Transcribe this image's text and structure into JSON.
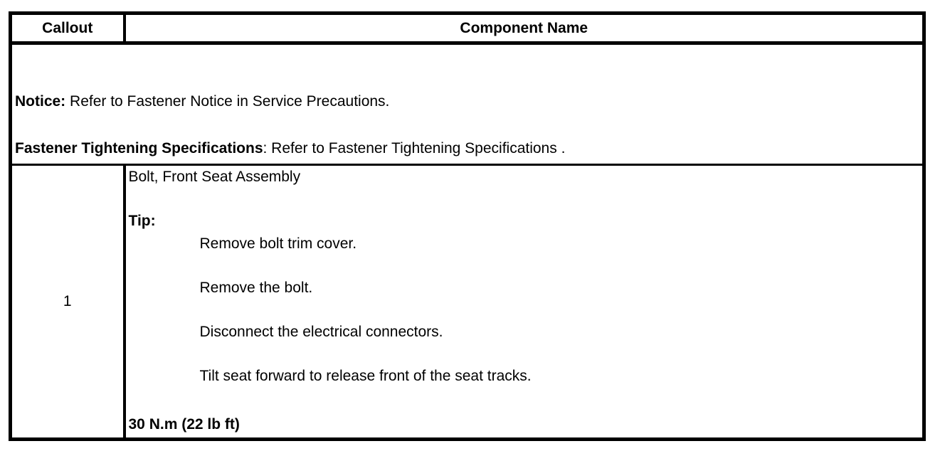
{
  "document": {
    "colors": {
      "background": "#ffffff",
      "border": "#000000",
      "text": "#000000"
    },
    "table": {
      "header": {
        "callout": "Callout",
        "component_name": "Component Name"
      },
      "notice": {
        "notice_label": "Notice:",
        "notice_text": " Refer to Fastener Notice in Service Precautions.",
        "fastener_label": "Fastener Tightening Specifications",
        "fastener_text": ": Refer to Fastener Tightening Specifications ."
      },
      "rows": [
        {
          "callout": "1",
          "component_name": "Bolt, Front Seat Assembly",
          "tip_label": "Tip:",
          "tip_items": [
            "Remove bolt trim cover.",
            "Remove the bolt.",
            "Disconnect the electrical connectors.",
            "Tilt seat forward to release front of the seat tracks."
          ],
          "torque_spec": "30 N.m (22 lb ft)"
        }
      ]
    }
  }
}
